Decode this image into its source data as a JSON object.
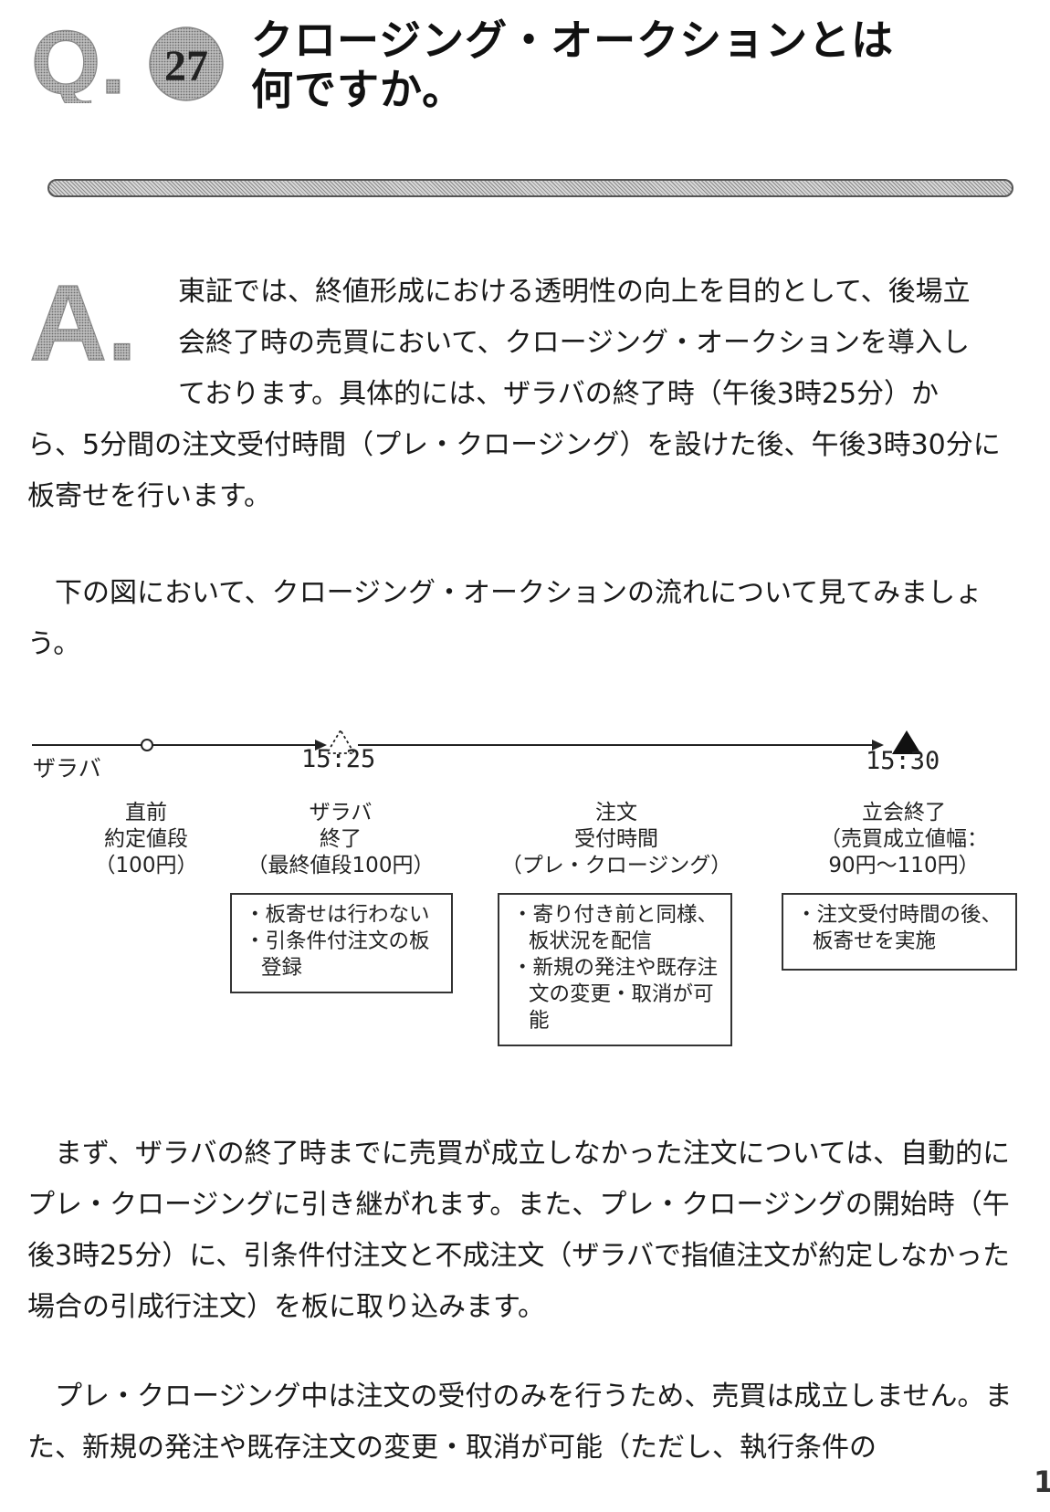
{
  "header": {
    "q_label": "Q.",
    "q_number": "27",
    "title_line1": "クロージング・オークションとは",
    "title_line2": "何ですか。"
  },
  "answer_mark": "A.",
  "paragraphs": {
    "p1_line1": "東証では、終値形成における透明性の向上を目的として、後場立",
    "p1_line2": "会終了時の売買において、クロージング・オークションを導入し",
    "p1_line3": "ております。具体的には、ザラバの終了時（午後3時25分）か",
    "p1_rest": "ら、5分間の注文受付時間（プレ・クロージング）を設けた後、午後3時30分に板寄せを行います。",
    "p2": "下の図において、クロージング・オークションの流れについて見てみましょう。",
    "p3": "まず、ザラバの終了時までに売買が成立しなかった注文については、自動的にプレ・クロージングに引き継がれます。また、プレ・クロージングの開始時（午後3時25分）に、引条件付注文と不成注文（ザラバで指値注文が約定しなかった場合の引成行注文）を板に取り込みます。",
    "p4": "プレ・クロージング中は注文の受付のみを行うため、売買は成立しません。また、新規の発注や既存注文の変更・取消が可能（ただし、執行条件の"
  },
  "diagram": {
    "zaraba": "ザラバ",
    "time_1525": "15:25",
    "time_1530": "15:30",
    "point1": {
      "line1": "直前",
      "line2": "約定値段",
      "line3": "（100円）"
    },
    "point2": {
      "line1": "ザラバ",
      "line2": "終了",
      "line3": "（最終値段100円）"
    },
    "point3": {
      "line1": "注文",
      "line2": "受付時間",
      "line3": "（プレ・クロージング）"
    },
    "point4": {
      "line1": "立会終了",
      "line2": "（売買成立値幅：",
      "line3": "90円〜110円）"
    },
    "box1": {
      "item1": "・板寄せは行わない",
      "item2": "・引条件付注文の板登録"
    },
    "box2": {
      "item1": "・寄り付き前と同様、板状況を配信",
      "item2": "・新規の発注や既存注文の変更・取消が可能"
    },
    "box3": {
      "item1": "・注文受付時間の後、板寄せを実施"
    }
  },
  "page_number": "1"
}
